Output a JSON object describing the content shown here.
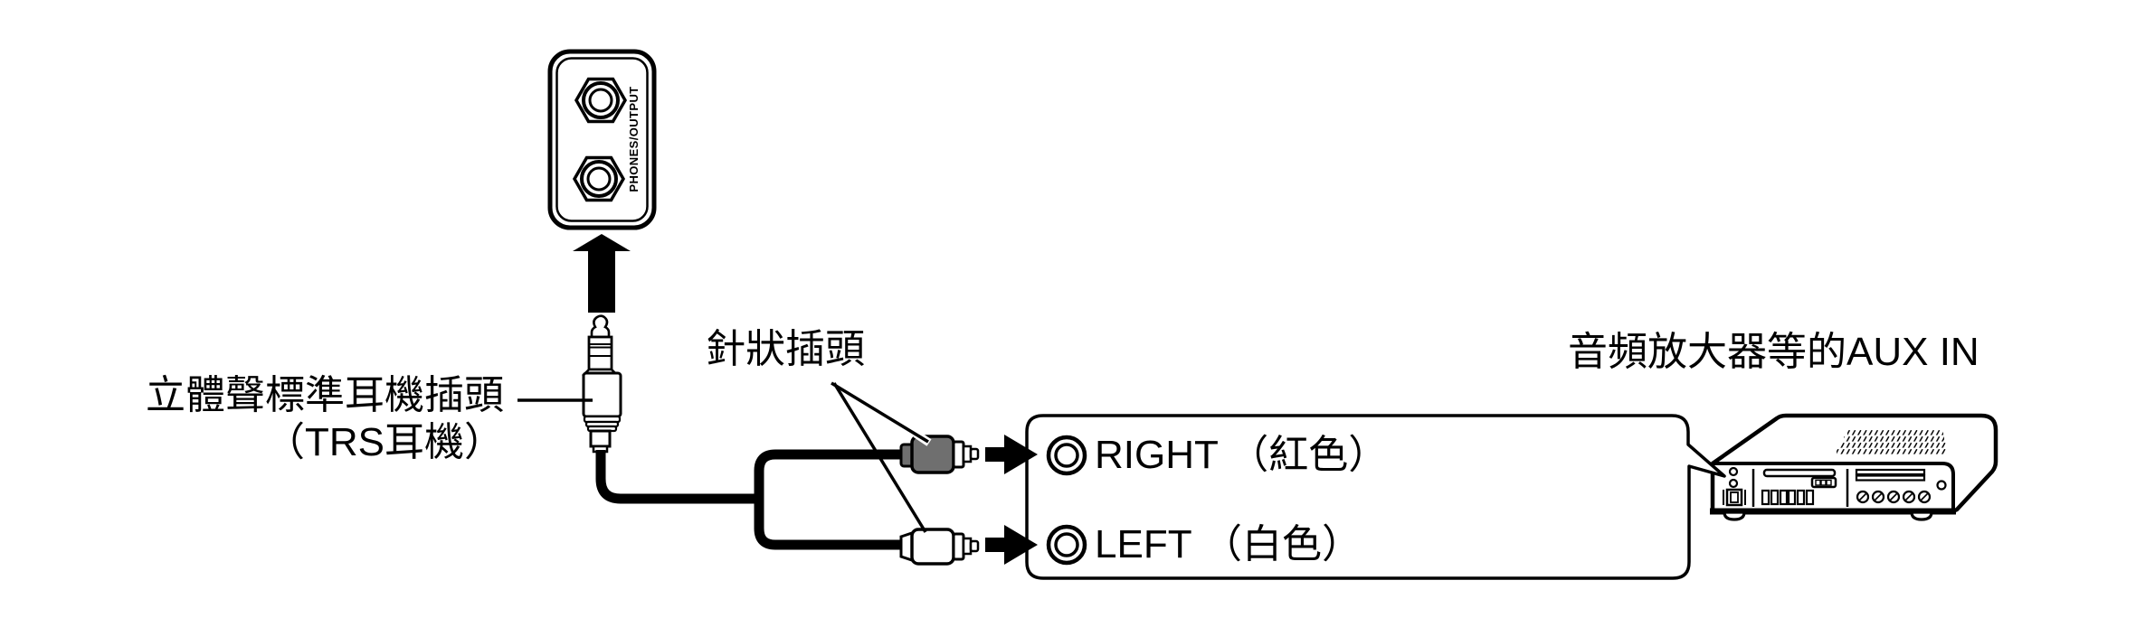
{
  "diagram": {
    "instrument_panel": {
      "label": "PHONES/OUTPUT"
    },
    "labels": {
      "trs_plug_line1": "立體聲標準耳機插頭",
      "trs_plug_line2": "（TRS耳機）",
      "pin_plugs": "針狀插頭",
      "amplifier": "音頻放大器等的AUX IN"
    },
    "aux_inputs": {
      "right": "RIGHT （紅色）",
      "left": "LEFT （白色）"
    },
    "colors": {
      "line": "#000000",
      "background": "#ffffff",
      "red_pin_plug_fill": "#6f6f6f",
      "white_pin_plug_fill": "#ffffff"
    }
  }
}
